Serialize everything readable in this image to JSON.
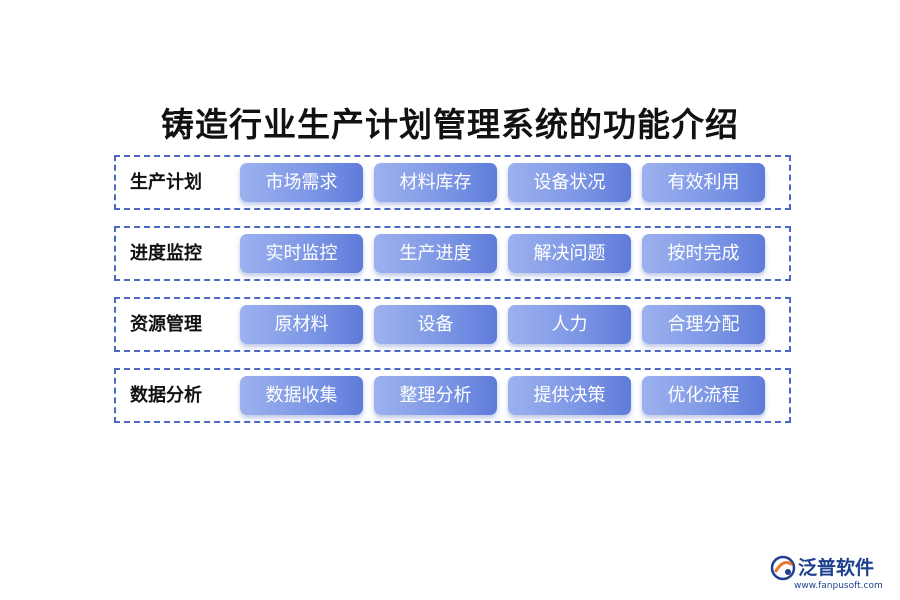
{
  "title": "铸造行业生产计划管理系统的功能介绍",
  "rows": [
    {
      "label": "生产计划",
      "items": [
        "市场需求",
        "材料库存",
        "设备状况",
        "有效利用"
      ]
    },
    {
      "label": "进度监控",
      "items": [
        "实时监控",
        "生产进度",
        "解决问题",
        "按时完成"
      ]
    },
    {
      "label": "资源管理",
      "items": [
        "原材料",
        "设备",
        "人力",
        "合理分配"
      ]
    },
    {
      "label": "数据分析",
      "items": [
        "数据收集",
        "整理分析",
        "提供决策",
        "优化流程"
      ]
    }
  ],
  "logo": {
    "name": "泛普软件",
    "url": "www.fanpusoft.com",
    "icon": "fanpu-logo-icon"
  },
  "colors": {
    "accent": "#4a68c4",
    "item_gradient_start": "#9db1ee",
    "item_gradient_end": "#5e7bd9"
  }
}
